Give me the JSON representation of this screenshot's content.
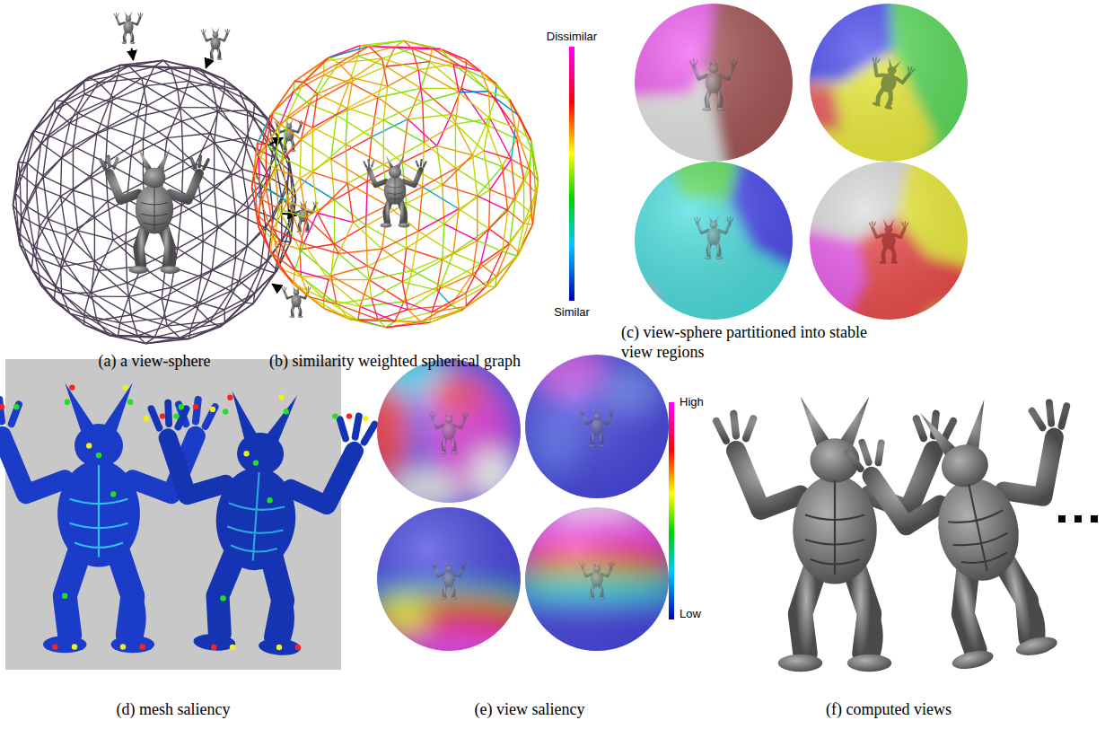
{
  "diagram": {
    "labels": [
      "(a) a view-sphere",
      "(b) similarity weighted spherical graph",
      "(c) view-sphere partitioned into stable view regions",
      "(d) mesh saliency",
      "(e) view saliency",
      "(f) computed views",
      "Dissimilar",
      "Similar",
      "High",
      "Low"
    ]
  }
}
